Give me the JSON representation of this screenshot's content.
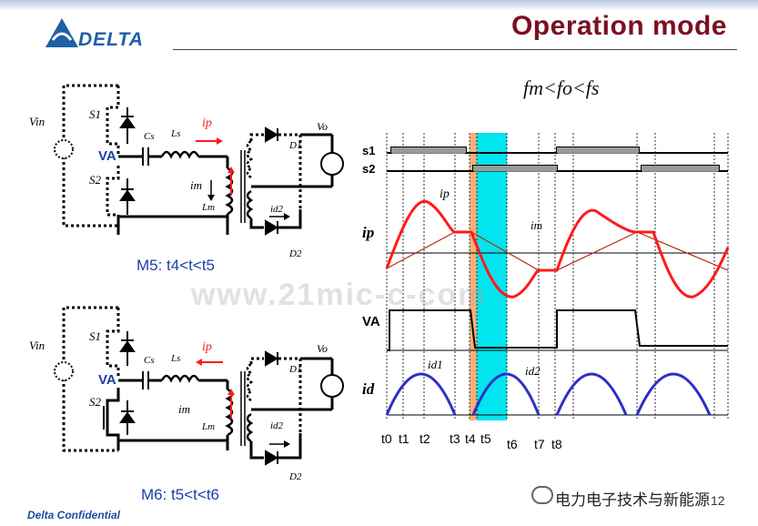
{
  "slide": {
    "title": "Operation mode",
    "logo_text": "DELTA",
    "footer_confidential": "Delta Confidential",
    "page_number": "12",
    "wechat_caption": "电力电子技术与新能源",
    "watermark": "www.21mic-c-com"
  },
  "circuit_top": {
    "mode_caption": "M5: t4<t<t5",
    "vin": "Vin",
    "s1": "S1",
    "s2": "S2",
    "va": "VA",
    "cs": "Cs",
    "ls": "Ls",
    "ip": "ip",
    "im": "im",
    "lm": "Lm",
    "d1": "D1",
    "d2": "D2",
    "vo": "Vo",
    "id2": "id2"
  },
  "circuit_bottom": {
    "mode_caption": "M6: t5<t<t6",
    "vin": "Vin",
    "s1": "S1",
    "s2": "S2",
    "va": "VA",
    "cs": "Cs",
    "ls": "Ls",
    "ip": "ip",
    "im": "im",
    "lm": "Lm",
    "d1": "D1",
    "d2": "D2",
    "vo": "Vo",
    "id2": "id2"
  },
  "waveforms": {
    "frequency_relation": "fm<fo<fs",
    "row_labels": [
      "s1",
      "s2",
      "ip",
      "VA",
      "id"
    ],
    "curve_labels": {
      "ip": "ip",
      "im": "im",
      "id1": "id1",
      "id2": "id2"
    },
    "time_labels": [
      "t0",
      "t1",
      "t2",
      "t3",
      "t4",
      "t5",
      "t6",
      "t7",
      "t8"
    ],
    "colors": {
      "ip": "#ff1a1a",
      "im": "#b03010",
      "id": "#2e2ec8",
      "highlight_cyan": "#00e5ee",
      "highlight_orange": "#f2b07a"
    }
  }
}
